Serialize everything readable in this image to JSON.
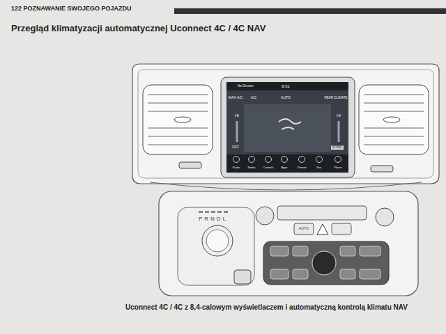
{
  "diagram": {
    "title": "Przegląd klimatyzacji automatycznej Uconnect 4C / 4C NAV",
    "caption": "Uconnect 4C / 4C z 8,4-calowym wyświetlaczem i automatyczną kontrolą klimatu NAV",
    "labels": [
      "122 POZNAWANIE SWOJEGO POJAZDU",
      "No Device",
      "8:51",
      "MAX A/C",
      "A/C",
      "AUTO",
      "REAR CLIMATE",
      "HI",
      "HI",
      "OFF",
      "SYNC",
      "Radio",
      "Media",
      "Controls",
      "Apps",
      "Climate",
      "Nav",
      "Phone",
      "PRNDL",
      "AUTO"
    ]
  }
}
